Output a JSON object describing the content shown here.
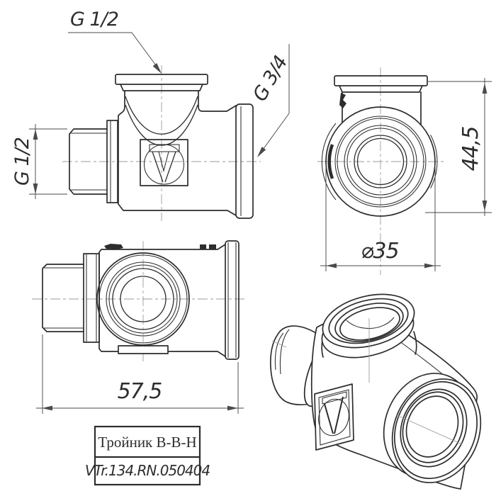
{
  "threads": {
    "top": "G 1/2",
    "left": "G 1/2",
    "right": "G 3/4"
  },
  "dims": {
    "height": "44,5",
    "flange_diameter": "⌀35",
    "length": "57,5"
  },
  "title_block": {
    "name": "Тройник В-В-Н",
    "code": "VTr.134.RN.050404"
  },
  "colors": {
    "line": "#2d2d2d",
    "dim": "#4a4a4a",
    "centerline": "#9b9b9b",
    "background": "#ffffff"
  }
}
